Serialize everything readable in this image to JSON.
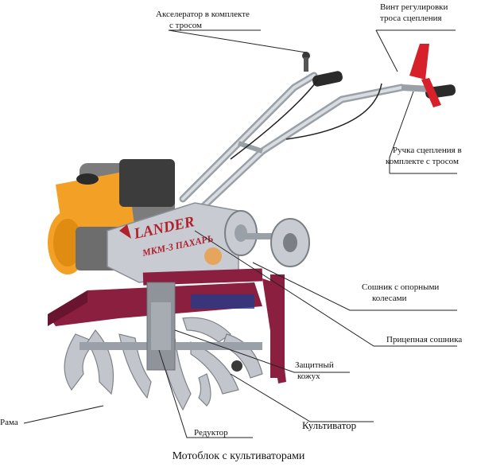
{
  "brand": {
    "name": "LANDER",
    "model": "МКМ-3 ПАХАРЬ"
  },
  "labels": {
    "accelerator": [
      "Акселератор в комплекте",
      "с тросом"
    ],
    "clutch_cable_screw": [
      "Винт регулировки",
      "троса сцепления"
    ],
    "clutch_handle": [
      "Ручка сцепления в",
      "комплекте с тросом"
    ],
    "coulter_wheels": [
      "Сошник с опорными",
      "колесами"
    ],
    "hitch": "Прицепная сошника",
    "guard": [
      "Защитный",
      "кожух"
    ],
    "frame": "Рама",
    "gearbox": "Редуктор",
    "cultivator": "Культиватор"
  },
  "caption": "Мотоблок с культиваторами",
  "colors": {
    "engine": "#f2a126",
    "frame": "#8b1f3f",
    "metal": "#b9bcc2",
    "handle_red": "#d6202a",
    "dark": "#2b2b2b",
    "line": "#222222"
  }
}
